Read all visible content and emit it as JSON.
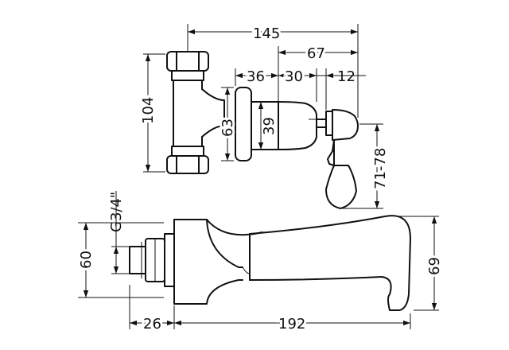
{
  "dimensions": {
    "width_total": "145",
    "right_section": "67",
    "body_depth": "36",
    "handle_offset": "30",
    "lever_offset": "12",
    "valve_height": "104",
    "flange_diameter": "63",
    "shroud_diameter": "39",
    "lever_drop": "71-78",
    "thread_size": "G3/4\"",
    "spout_flange_height": "60",
    "spout_outlet_height": "69",
    "spout_back_depth": "26",
    "spout_projection": "192"
  },
  "views": [
    "top-valve-assembly",
    "spout-side-view"
  ],
  "colors": {
    "line": "#111111",
    "background": "#ffffff"
  }
}
